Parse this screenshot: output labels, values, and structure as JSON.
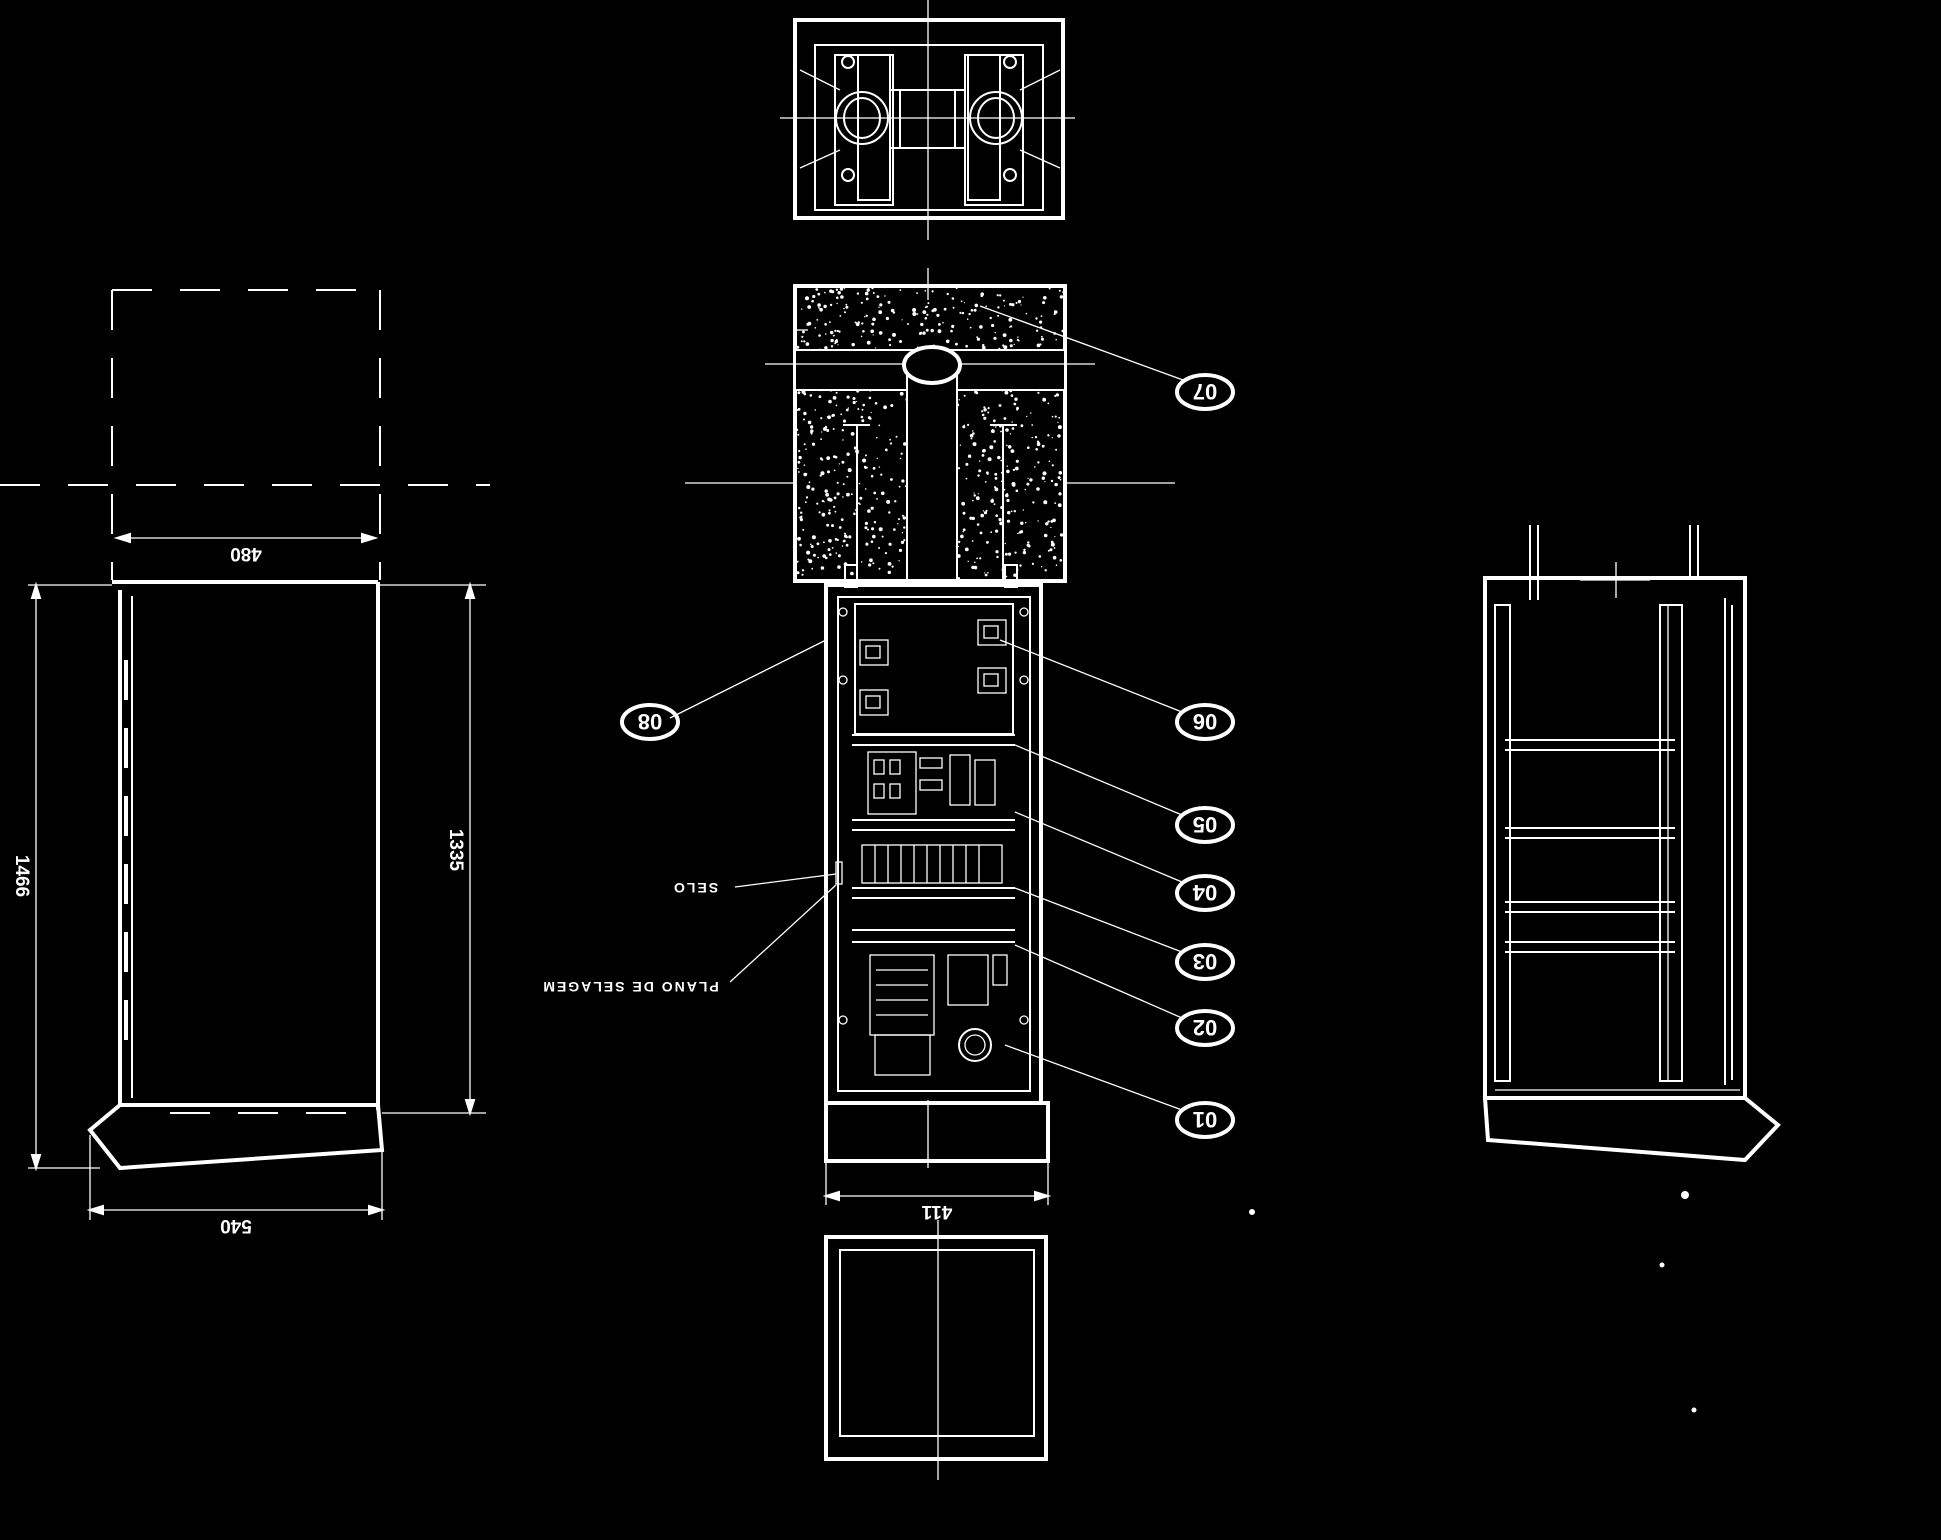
{
  "dimensions": {
    "top_width": "480",
    "base_width": "540",
    "total_height": "1466",
    "body_height": "1335",
    "plinth_width": "411"
  },
  "callouts": [
    "01",
    "02",
    "03",
    "04",
    "05",
    "06",
    "07",
    "08"
  ],
  "notes": {
    "seal": "SELO",
    "sealing_plane": "PLANO DE SELAGEM"
  }
}
